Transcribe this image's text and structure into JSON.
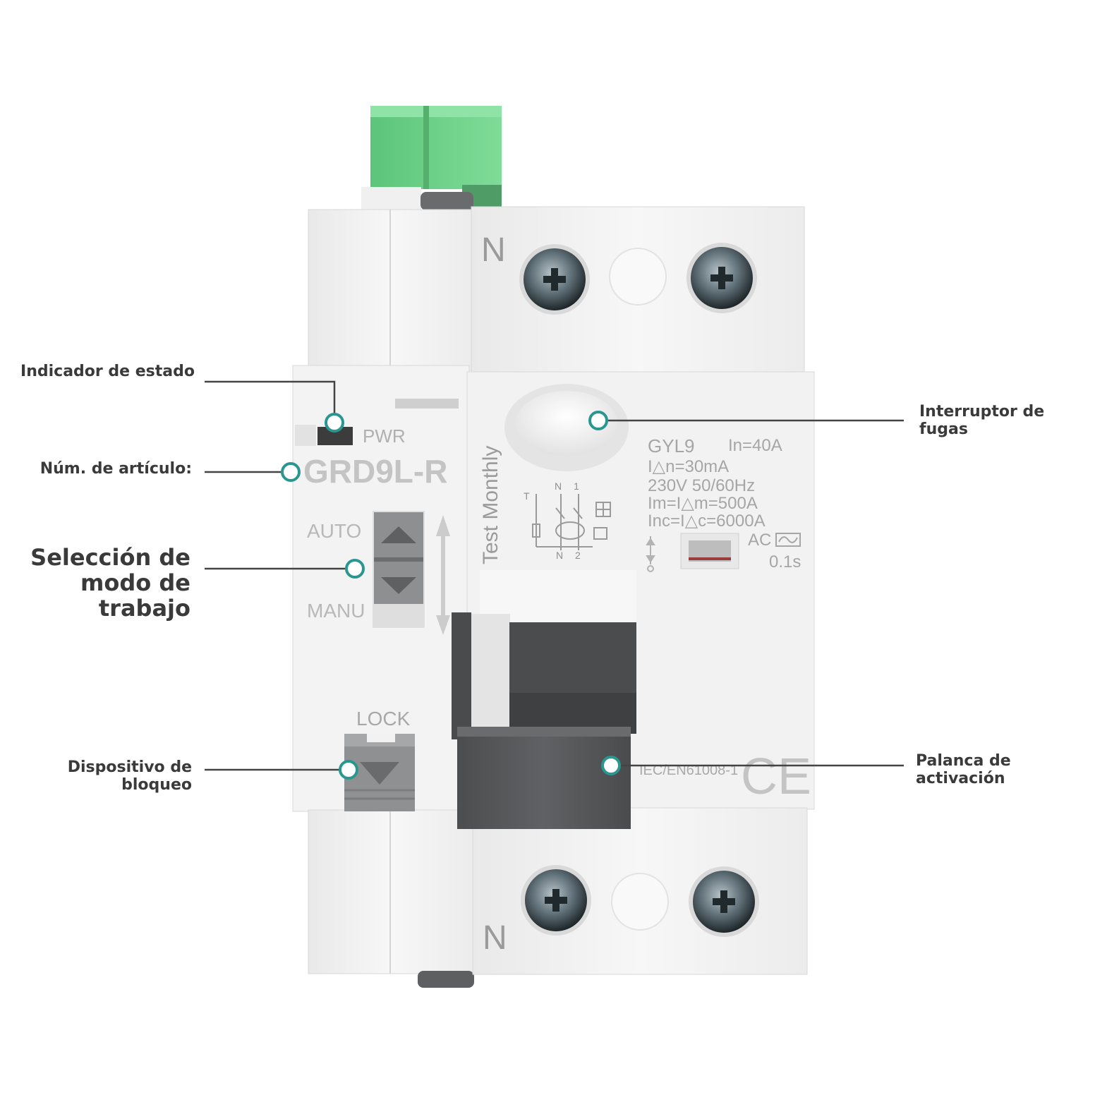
{
  "callouts": {
    "status_indicator": "Indicador de estado",
    "article_number": "Núm. de artículo:",
    "work_mode_line1": "Selección de",
    "work_mode_line2": "modo de trabajo",
    "lock_device": "Dispositivo de bloqueo",
    "leak_switch": "Interruptor de fugas",
    "trip_lever": "Palanca de activación"
  },
  "device": {
    "top_n": "N",
    "bottom_n": "N",
    "pwr": "PWR",
    "model": "GRD9L-R",
    "auto": "AUTO",
    "manu": "MANU",
    "lock": "LOCK",
    "test_monthly": "Test Monthly",
    "spec_model": "GYL9",
    "spec_in": "In=40A",
    "spec_ian": "I△n=30mA",
    "spec_voltage": "230V  50/60Hz",
    "spec_im": "Im=I△m=500A",
    "spec_inc": "Inc=I△c=6000A",
    "ac": "AC",
    "time": "0.1s",
    "standard": "IEC/EN61008-1",
    "ce": "CE",
    "schem_n_top": "N",
    "schem_1": "1",
    "schem_n_bot": "N",
    "schem_2": "2",
    "schem_t": "T"
  },
  "colors": {
    "accent": "#2a9690",
    "label_text": "#3a3a3a",
    "line": "#444444",
    "body_white": "#f4f4f4",
    "terminal_green": "#6dd08a",
    "lever_dark": "#57585a"
  }
}
